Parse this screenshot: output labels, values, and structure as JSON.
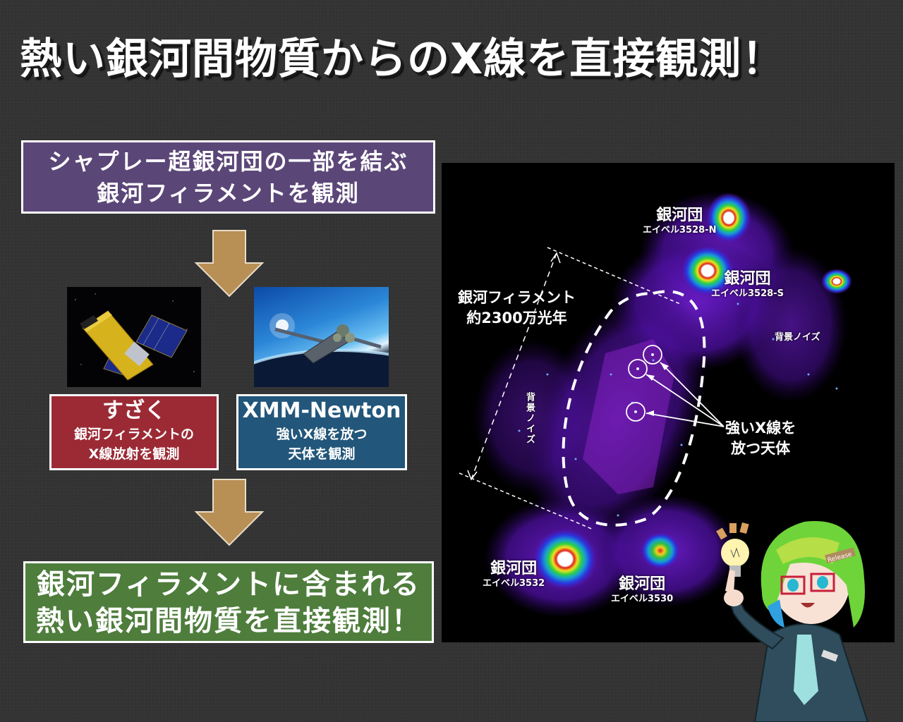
{
  "title": "熱い銀河間物質からのX線を直接観測！",
  "flow": {
    "step1": {
      "line1": "シャプレー超銀河団の一部を結ぶ",
      "line2": "銀河フィラメントを観測",
      "color": "#5b4678"
    },
    "satellites": [
      {
        "name": "すざく",
        "desc_line1": "銀河フィラメントの",
        "desc_line2": "X線放射を観測",
        "color": "#9b2a35",
        "image": "suzaku-satellite-illustration"
      },
      {
        "name": "XMM-Newton",
        "desc_line1": "強いX線を放つ",
        "desc_line2": "天体を観測",
        "color": "#22567a",
        "image": "xmm-newton-satellite-over-earth"
      }
    ],
    "result": {
      "line1": "銀河フィラメントに含まれる",
      "line2": "熱い銀河間物質を直接観測！",
      "color": "#4e7d3c"
    },
    "arrow_color": "#b88f55"
  },
  "xray_map": {
    "clusters": [
      {
        "label": "銀河団",
        "name": "エイベル3528-N"
      },
      {
        "label": "銀河団",
        "name": "エイベル3528-S"
      },
      {
        "label": "銀河団",
        "name": "エイベル3532"
      },
      {
        "label": "銀河団",
        "name": "エイベル3530"
      }
    ],
    "filament": {
      "line1": "銀河フィラメント",
      "line2": "約2300万光年"
    },
    "noise_label_right": "背景ノイズ",
    "noise_label_left": "背景ノイズ",
    "sources": {
      "line1": "強いX線を",
      "line2": "放つ天体"
    }
  },
  "mascot": {
    "hairclip_text": "Release"
  }
}
